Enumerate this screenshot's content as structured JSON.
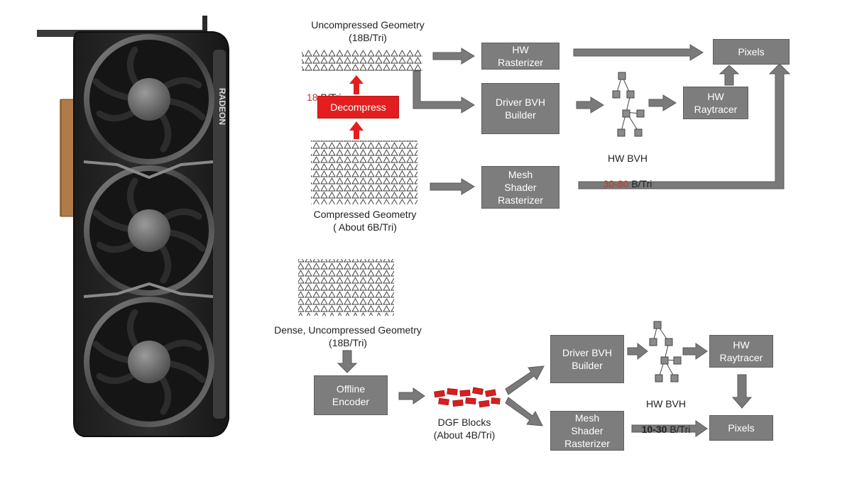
{
  "colors": {
    "box_fill": "#7d7d7d",
    "decompress_fill": "#e31e1e",
    "arrow_gray": "#7a7a7a",
    "arrow_red": "#e31e1e",
    "highlight_number": "#c0392b",
    "dgf_block": "#d91e1e"
  },
  "gpu_card": {
    "brand_text": "RADEON"
  },
  "top_flow": {
    "uncompressed_label": "Uncompressed Geometry\n(18B/Tri)",
    "rate_number": "18",
    "rate_unit": " B/Tri",
    "decompress_label": "Decompress",
    "compressed_label": "Compressed Geometry\n( About 6B/Tri)",
    "hw_rasterizer_label": "HW\nRasterizer",
    "driver_bvh_label": "Driver BVH\nBuilder",
    "mesh_shader_label": "Mesh\nShader\nRasterizer",
    "hw_bvh_title": "HW BVH",
    "hw_bvh_number": "30-80",
    "hw_bvh_unit": " B/Tri",
    "hw_raytracer_label": "HW\nRaytracer",
    "pixels_label": "Pixels"
  },
  "bottom_flow": {
    "dense_label": "Dense, Uncompressed Geometry\n(18B/Tri)",
    "offline_encoder_label": "Offline\nEncoder",
    "dgf_label": "DGF Blocks\n(About 4B/Tri)",
    "driver_bvh_label": "Driver BVH\nBuilder",
    "mesh_shader_label": "Mesh\nShader\nRasterizer",
    "hw_bvh_title": "HW BVH",
    "hw_bvh_number": "10-30",
    "hw_bvh_unit": " B/Tri",
    "hw_raytracer_label": "HW\nRaytracer",
    "pixels_label": "Pixels"
  }
}
